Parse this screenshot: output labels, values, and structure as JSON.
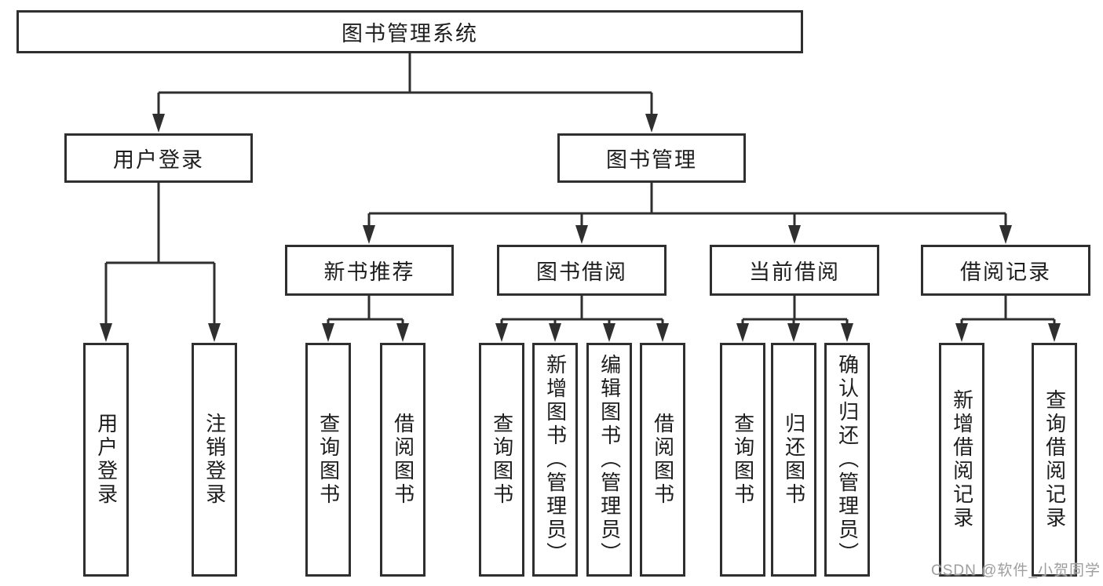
{
  "colors": {
    "line": "#2f2f2f",
    "text": "#1d1d1d",
    "background": "#ffffff",
    "watermark": "#9e9e9e"
  },
  "watermark": {
    "text": "CSDN @软件_小贺同学"
  },
  "tree": {
    "root": {
      "label": "图书管理系统"
    },
    "branches": [
      {
        "label": "用户登录",
        "children": [
          {
            "label": "用户登录"
          },
          {
            "label": "注销登录"
          }
        ]
      },
      {
        "label": "图书管理",
        "children": [
          {
            "label": "新书推荐",
            "children": [
              {
                "label": "查询图书"
              },
              {
                "label": "借阅图书"
              }
            ]
          },
          {
            "label": "图书借阅",
            "children": [
              {
                "label": "查询图书"
              },
              {
                "label": "新增图书（管理员）"
              },
              {
                "label": "编辑图书（管理员）"
              },
              {
                "label": "借阅图书"
              }
            ]
          },
          {
            "label": "当前借阅",
            "children": [
              {
                "label": "查询图书"
              },
              {
                "label": "归还图书"
              },
              {
                "label": "确认归还（管理员）"
              }
            ]
          },
          {
            "label": "借阅记录",
            "children": [
              {
                "label": "新增借阅记录"
              },
              {
                "label": "查询借阅记录"
              }
            ]
          }
        ]
      }
    ]
  }
}
